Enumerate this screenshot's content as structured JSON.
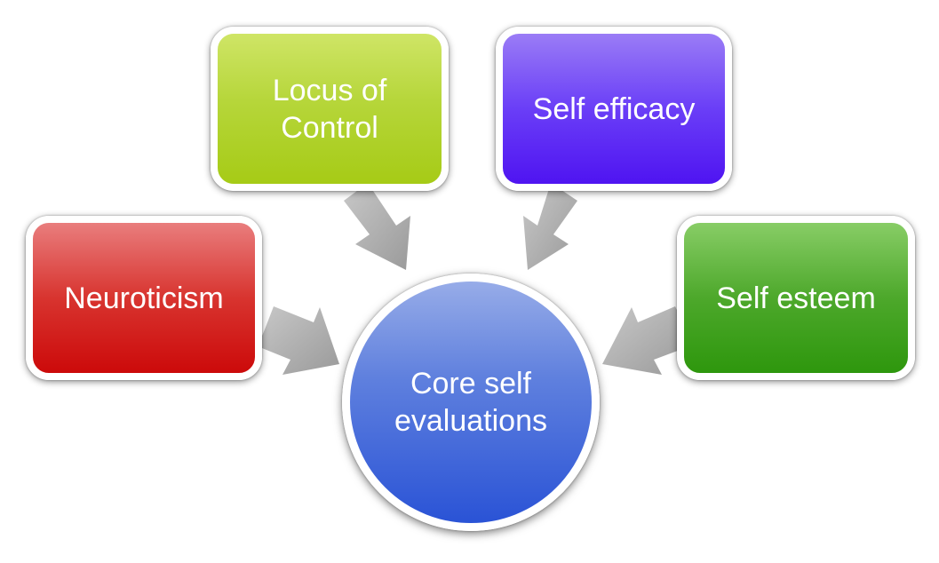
{
  "diagram": {
    "center": {
      "label": "Core self\nevaluations",
      "color": "#3f66da"
    },
    "nodes": {
      "locus": {
        "label": "Locus of\nControl",
        "color": "#aecf24"
      },
      "efficacy": {
        "label": "Self efficacy",
        "color": "#5f2cf4"
      },
      "neuroticism": {
        "label": "Neuroticism",
        "color": "#d41c1c"
      },
      "esteem": {
        "label": "Self esteem",
        "color": "#40a01d"
      }
    },
    "arrow_color": "#a6a6a6"
  }
}
